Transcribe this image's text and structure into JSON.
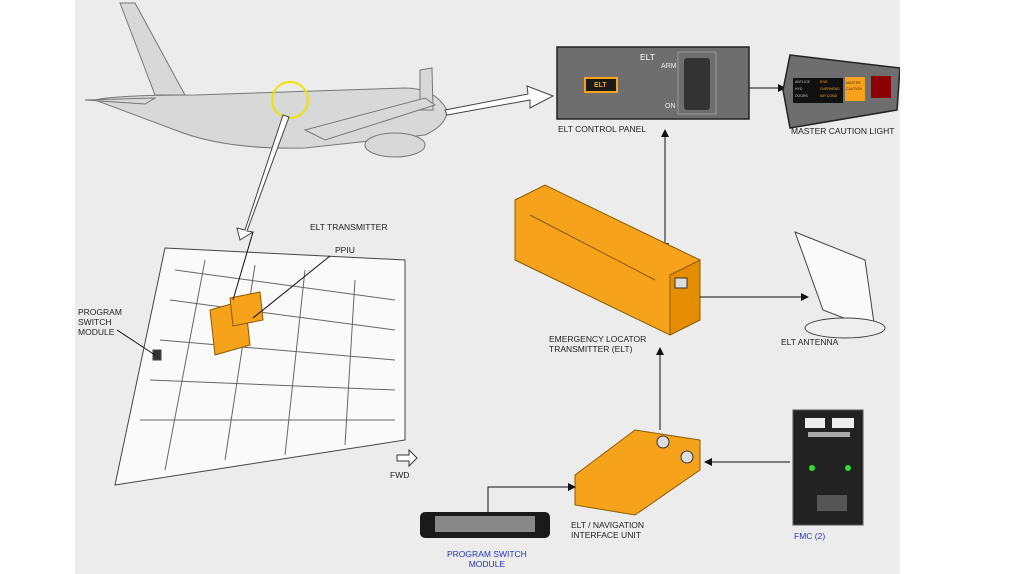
{
  "labels": {
    "elt_control_panel": "ELT CONTROL PANEL",
    "panel_title": "ELT",
    "panel_button": "ELT",
    "switch_arm": "ARM",
    "switch_on": "ON",
    "master_caution_light": "MASTER CAUTION LIGHT",
    "annun_left": "ANTI-ICE\nHYD\nDOORS",
    "annun_mid": "ENG\nOVERHEAD\nAIR COND",
    "annun_caution": "MASTER\nCAUTION",
    "elt_transmitter": "ELT TRANSMITTER",
    "ppiu": "PPIU",
    "program_switch_module_left": "PROGRAM\nSWITCH\nMODULE",
    "fwd": "FWD",
    "emergency_locator_transmitter": "EMERGENCY LOCATOR\nTRANSMITTER (ELT)",
    "elt_antenna": "ELT ANTENNA",
    "elt_nav_interface": "ELT / NAVIGATION\nINTERFACE UNIT",
    "program_switch_module_bottom": "PROGRAM SWITCH\nMODULE",
    "fmc": "FMC (2)"
  },
  "colors": {
    "orange": "#f7a21b",
    "panel": "#6e6e6e",
    "link": "#2233bb"
  }
}
